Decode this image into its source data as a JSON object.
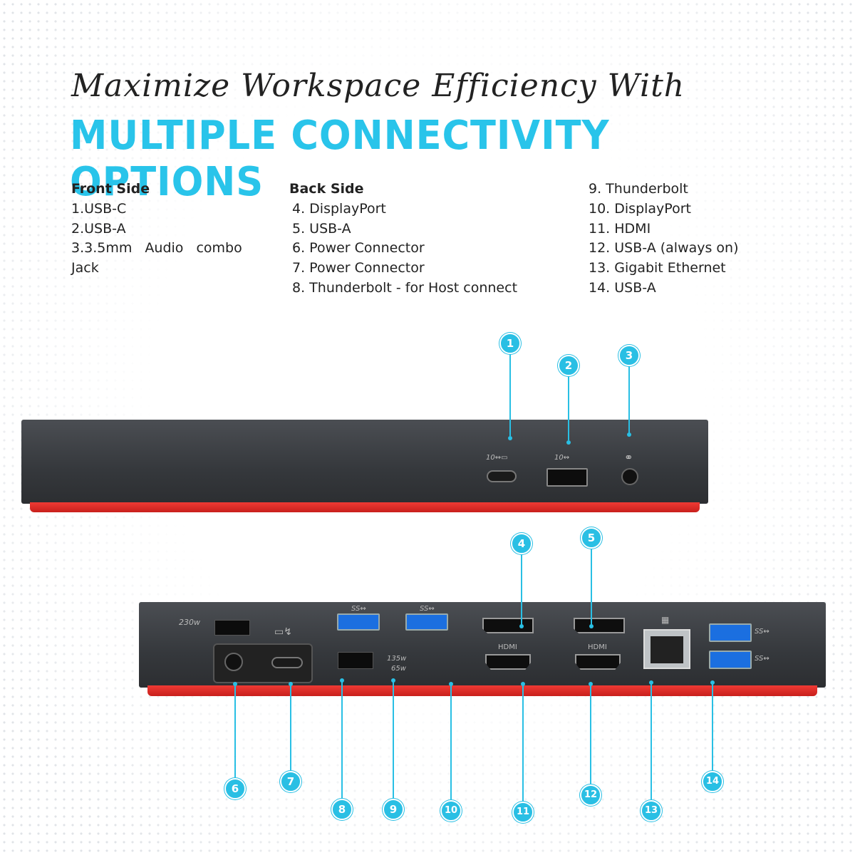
{
  "heading": {
    "tagline": "Maximize Workspace Efficiency With",
    "headline": "MULTIPLE CONNECTIVITY OPTIONS"
  },
  "front": {
    "title": "Front Side",
    "items": [
      "1.USB-C",
      "2.USB-A",
      "3.3.5mm Audio combo Jack"
    ]
  },
  "back": {
    "title": "Back Side",
    "items": [
      "4. DisplayPort",
      "5. USB-A",
      "6. Power Connector",
      "7. Power Connector",
      "8. Thunderbolt - for Host connect"
    ]
  },
  "more": {
    "items": [
      "9. Thunderbolt",
      "10. DisplayPort",
      "11. HDMI",
      "12. USB-A (always on)",
      "13. Gigabit Ethernet",
      "14. USB-A"
    ]
  },
  "port_labels": {
    "front_usbc": "10↭▭",
    "front_usba": "10↭",
    "power_230": "230w",
    "power_135": "135w",
    "power_65": "65w",
    "hdmi": "HDMI",
    "ss": "SS↭"
  },
  "badges": [
    "1",
    "2",
    "3",
    "4",
    "5",
    "6",
    "7",
    "8",
    "9",
    "10",
    "11",
    "12",
    "13",
    "14"
  ],
  "colors": {
    "accent": "#29bfe4",
    "headline": "#29c4ea",
    "dock_red": "#e0302a",
    "dock_gray": "#3a3d41"
  }
}
